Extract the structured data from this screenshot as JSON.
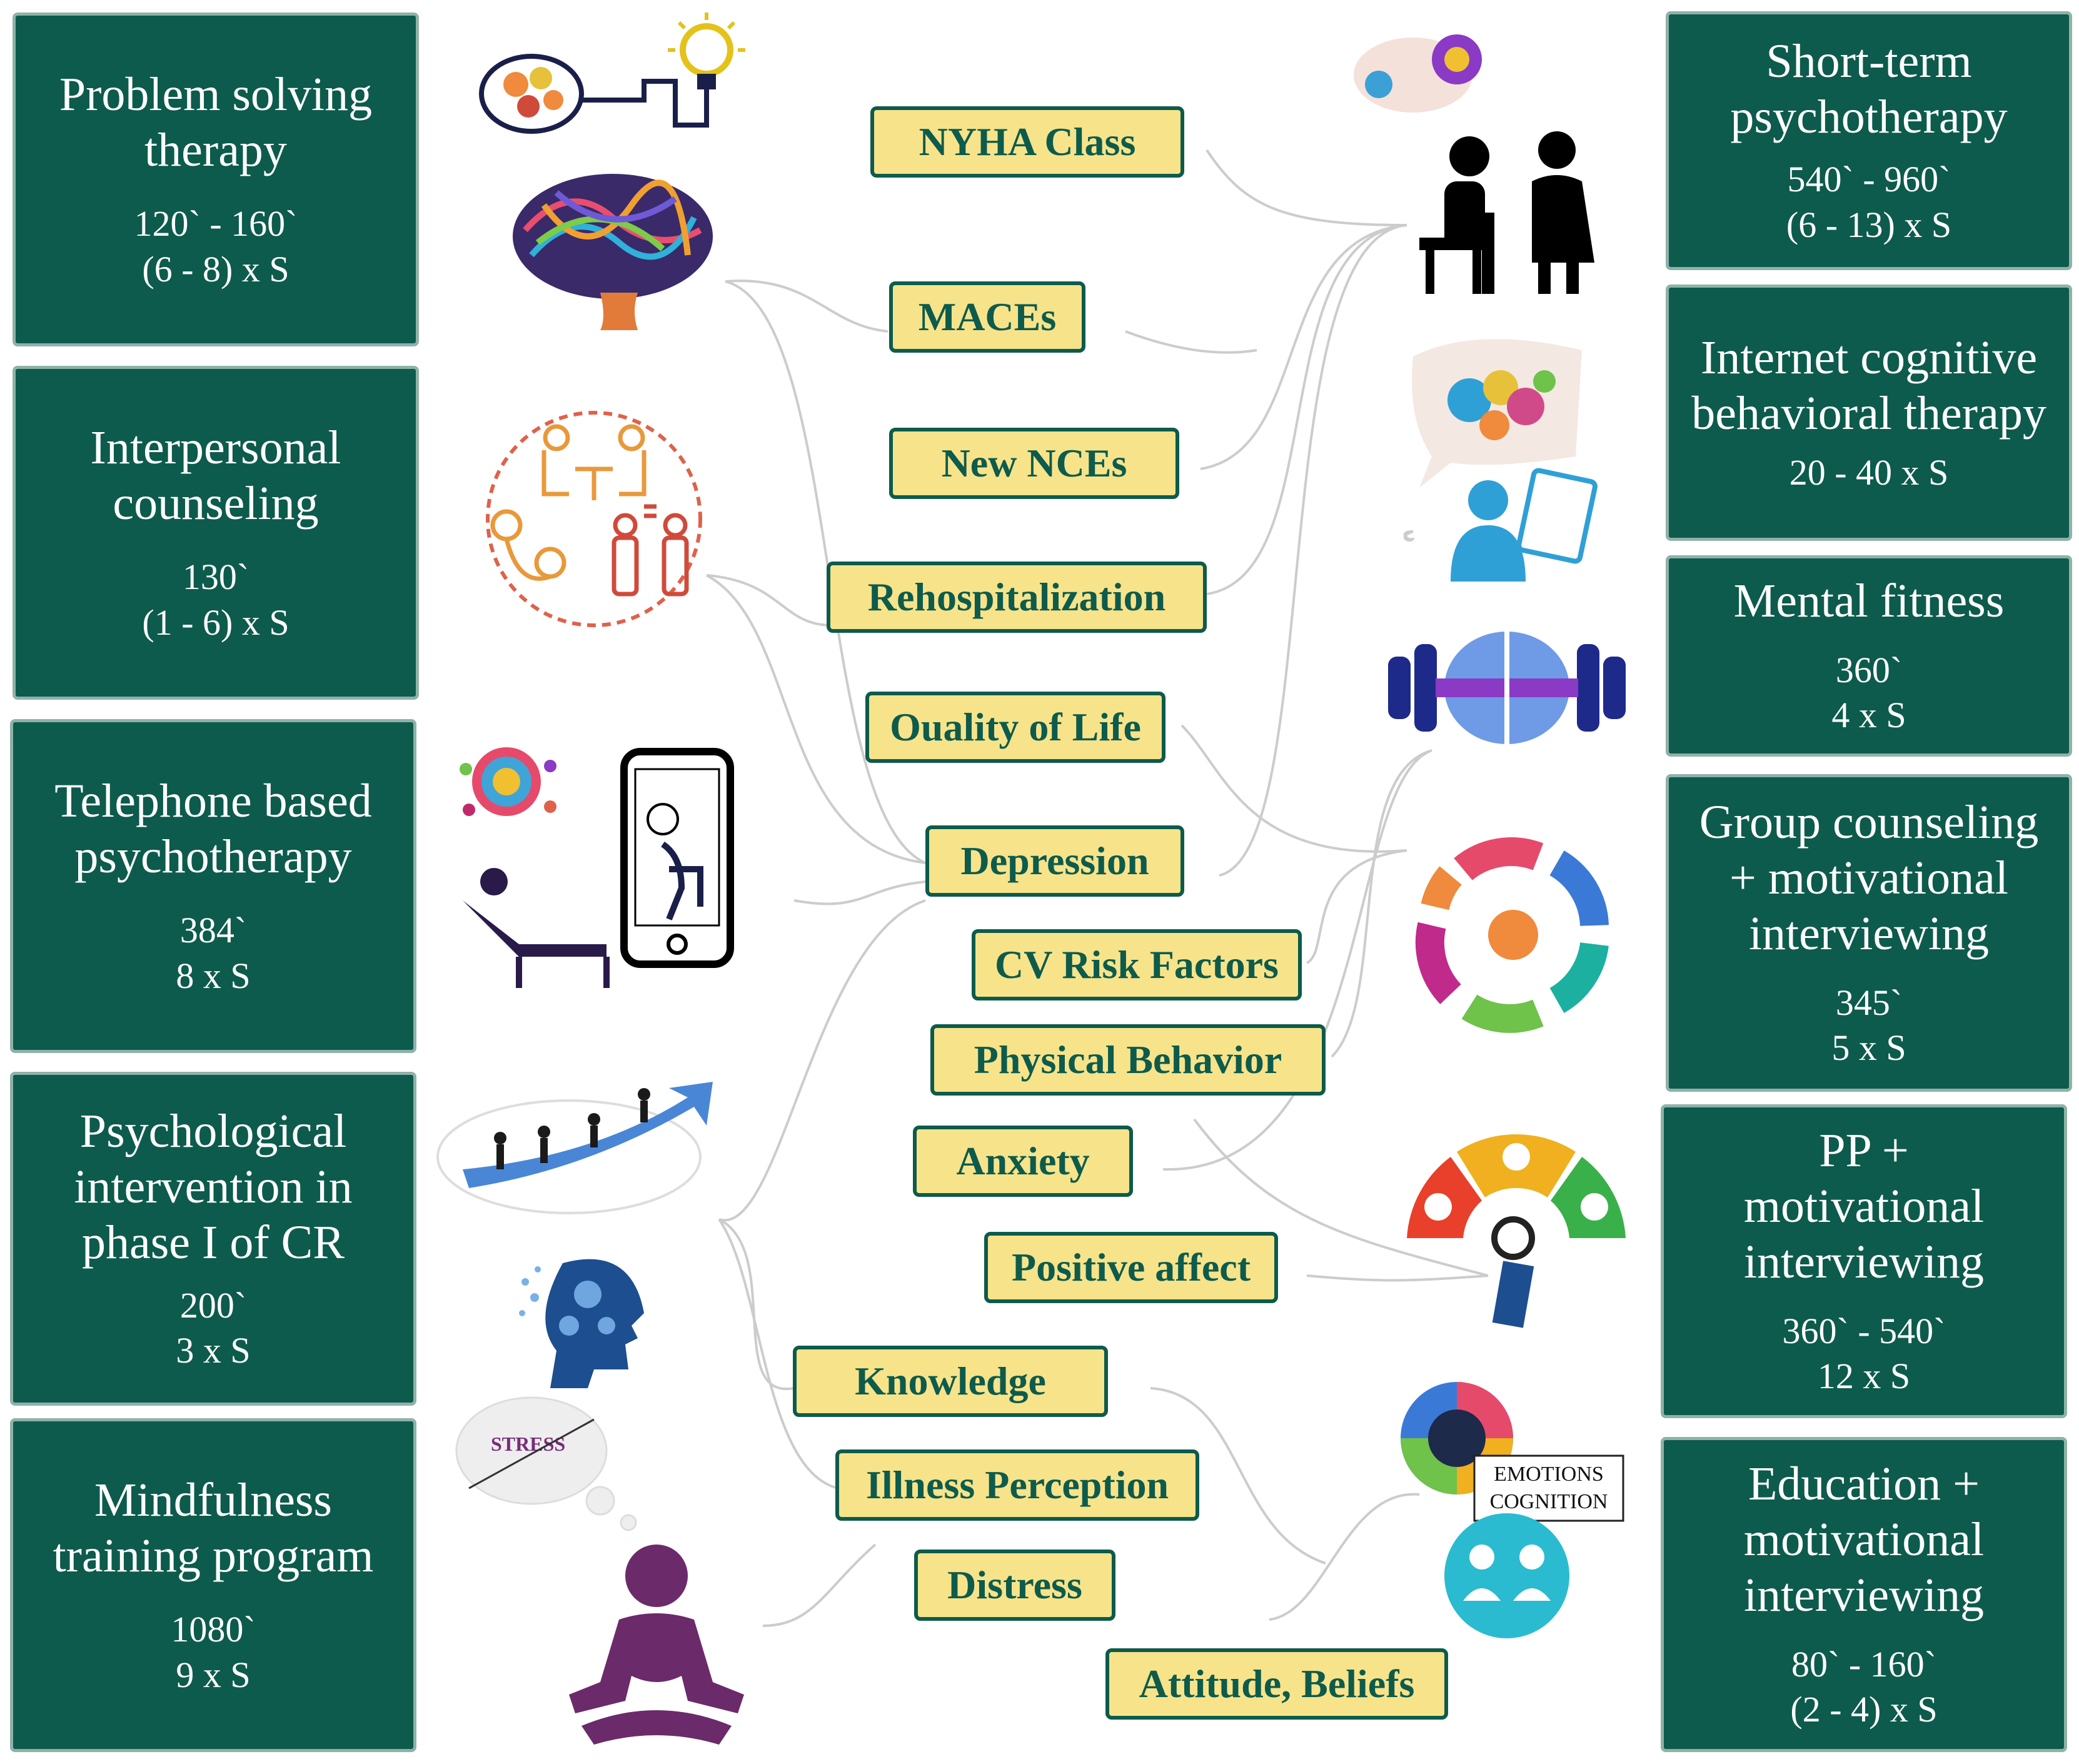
{
  "left_interventions": [
    {
      "title": "Problem solving therapy",
      "duration": "120` - 160`",
      "sessions": "(6 - 8) x S"
    },
    {
      "title": "Interpersonal counseling",
      "duration": "130`",
      "sessions": "(1 - 6) x S"
    },
    {
      "title": "Telephone based psychotherapy",
      "duration": "384`",
      "sessions": "8 x S"
    },
    {
      "title": "Psychological intervention in phase I of CR",
      "duration": "200`",
      "sessions": "3 x S"
    },
    {
      "title": "Mindfulness training program",
      "duration": "1080`",
      "sessions": "9 x S"
    }
  ],
  "right_interventions": [
    {
      "title": "Short-term psychotherapy",
      "duration": "540` - 960`",
      "sessions": "(6 - 13) x S"
    },
    {
      "title": "Internet cognitive behavioral therapy",
      "duration": "",
      "sessions": "20 - 40 x S"
    },
    {
      "title": "Mental fitness",
      "duration": "360`",
      "sessions": "4 x S"
    },
    {
      "title": "Group counseling + motivational interviewing",
      "duration": "345`",
      "sessions": "5 x S"
    },
    {
      "title": "PP + motivational interviewing",
      "duration": "360` - 540`",
      "sessions": "12 x S"
    },
    {
      "title": "Education + motivational interviewing",
      "duration": "80` - 160`",
      "sessions": "(2 - 4) x S"
    }
  ],
  "outcomes": [
    "NYHA Class",
    "MACEs",
    "New NCEs",
    "Rehospitalization",
    "Ouality of Life",
    "Depression",
    "CV Risk Factors",
    "Physical Behavior",
    "Anxiety",
    "Positive affect",
    "Knowledge",
    "Illness Perception",
    "Distress",
    "Attitude, Beliefs"
  ],
  "icon_text": {
    "stress": "STRESS",
    "emotions": "EMOTIONS",
    "cognition": "COGNITION"
  },
  "colors": {
    "box_fill": "#0d5b4c",
    "tag_fill": "#f7e38a",
    "connector": "#c8c8c8"
  }
}
